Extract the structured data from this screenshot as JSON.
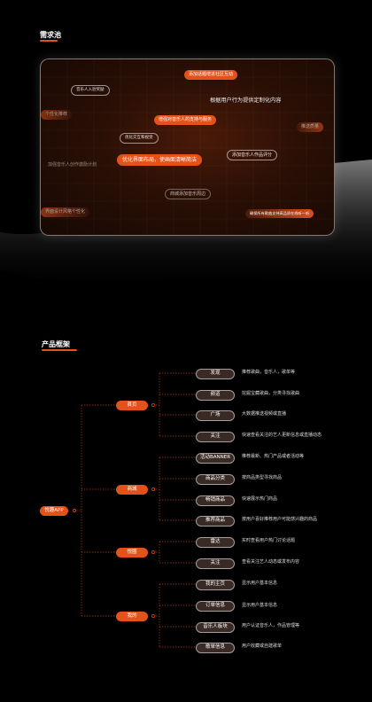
{
  "pool": {
    "title": "需求池",
    "tags": [
      "添加话题增进社区互动",
      "音乐人入驻奖励",
      "根据用户行为提供定制化内容",
      "个性化推荐",
      "增强对音乐人的支持与服务",
      "优化交互和视觉",
      "推送质量",
      "优化界面布局，使画面清晰简洁",
      "添加音乐人作品评分",
      "加强音乐人创作激励计划",
      "商城添加音乐周边",
      "界面设计风格个性化",
      "确保所有歌曲支持高品质在线听一听"
    ]
  },
  "framework": {
    "title": "产品框架",
    "root": "悦趣APP",
    "branches": [
      {
        "label": "首页",
        "children": [
          {
            "label": "发现",
            "desc": "推荐歌曲，音乐人，歌单等"
          },
          {
            "label": "频道",
            "desc": "挖掘宝藏歌曲，分类寻找歌曲"
          },
          {
            "label": "广场",
            "desc": "大数据推送视频或直播"
          },
          {
            "label": "关注",
            "desc": "快速查看关注的艺人更新信息或直播动态"
          }
        ]
      },
      {
        "label": "商城",
        "children": [
          {
            "label": "活动BANNER",
            "desc": "推荐最新、热门产品或者活动等"
          },
          {
            "label": "商品分类",
            "desc": "按商品类型寻找商品"
          },
          {
            "label": "畅销商品",
            "desc": "快速展示热门商品"
          },
          {
            "label": "推荐商品",
            "desc": "按用户喜好推荐用户可能感兴趣的商品"
          }
        ]
      },
      {
        "label": "悦圈",
        "children": [
          {
            "label": "雷达",
            "desc": "实时查看用户热门讨论话题"
          },
          {
            "label": "关注",
            "desc": "查看关注艺人动态或发布内容"
          }
        ]
      },
      {
        "label": "我的",
        "children": [
          {
            "label": "我的主页",
            "desc": "显示用户基本信息"
          },
          {
            "label": "订单信息",
            "desc": "显示用户基本信息"
          },
          {
            "label": "音乐人板块",
            "desc": "用户认证音乐人，作品管理等"
          },
          {
            "label": "歌单信息",
            "desc": "用户收藏或自建歌单"
          }
        ]
      }
    ]
  },
  "colors": {
    "accent": "#e4521c",
    "background": "#000000",
    "node_dark": "#3a2a25"
  }
}
